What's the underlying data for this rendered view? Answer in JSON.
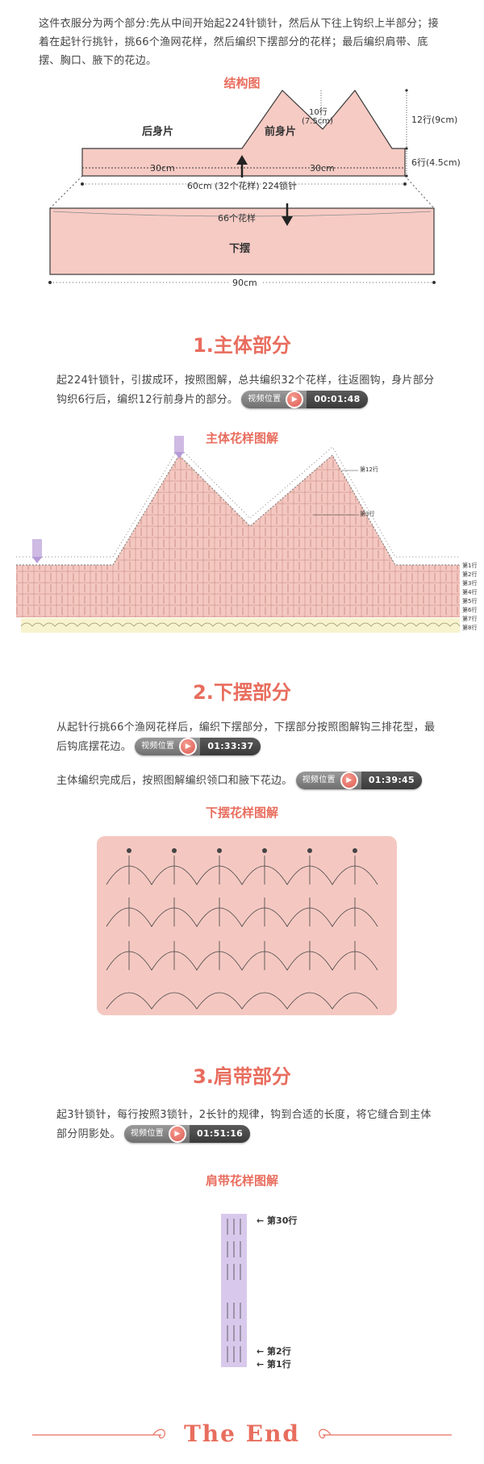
{
  "intro": {
    "text": "这件衣服分为两个部分:先从中间开始起224针锁针，然后从下往上钩织上半部分；接着在起针行挑针，挑66个渔网花样，然后编织下摆部分的花样；最后编织肩带、底摆、胸口、腋下的花边。"
  },
  "structure": {
    "title": "结构图",
    "back_label": "后身片",
    "front_label": "前身片",
    "rows_10": "10行",
    "cm_75": "(7.5cm)",
    "rows_12": "12行(9cm)",
    "rows_6": "6行(4.5cm)",
    "left_30": "30cm",
    "right_30": "30cm",
    "chain_label": "60cm (32个花样) 224锁针",
    "pattern_66": "66个花样",
    "bottom_label": "下摆",
    "width_90": "90cm",
    "colors": {
      "fill": "#f6cbc4",
      "stroke": "#3a3a3a",
      "accent": "#e86d5e"
    }
  },
  "section1": {
    "title": "1.主体部分",
    "text": "起224针锁针，引拔成环，按照图解，总共编织32个花样，往返圈钩，身片部分钩织6行后，编织12行前身片的部分。",
    "video_label": "视频位置",
    "video_time": "00:01:48",
    "chart_title": "主体花样图解",
    "row_labels": [
      "第12行",
      "第3行",
      "第1行",
      "第2行",
      "第3行",
      "第4行",
      "第5行",
      "第6行",
      "第7行",
      "第8行"
    ]
  },
  "section2": {
    "title": "2.下摆部分",
    "text1": "从起针行挑66个渔网花样后，编织下摆部分，下摆部分按照图解钩三排花型，最后钩底摆花边。",
    "video1_label": "视频位置",
    "video1_time": "01:33:37",
    "text2": "主体编织完成后，按照图解编织领口和腋下花边。",
    "video2_label": "视频位置",
    "video2_time": "01:39:45",
    "chart_title": "下摆花样图解"
  },
  "section3": {
    "title": "3.肩带部分",
    "text": "起3针锁针，每行按照3锁针，2长针的规律，钩到合适的长度，将它缝合到主体部分阴影处。",
    "video_label": "视频位置",
    "video_time": "01:51:16",
    "chart_title": "肩带花样图解",
    "row30": "第30行",
    "row2": "第2行",
    "row1": "第1行"
  },
  "footer": {
    "end_text": "The End"
  }
}
